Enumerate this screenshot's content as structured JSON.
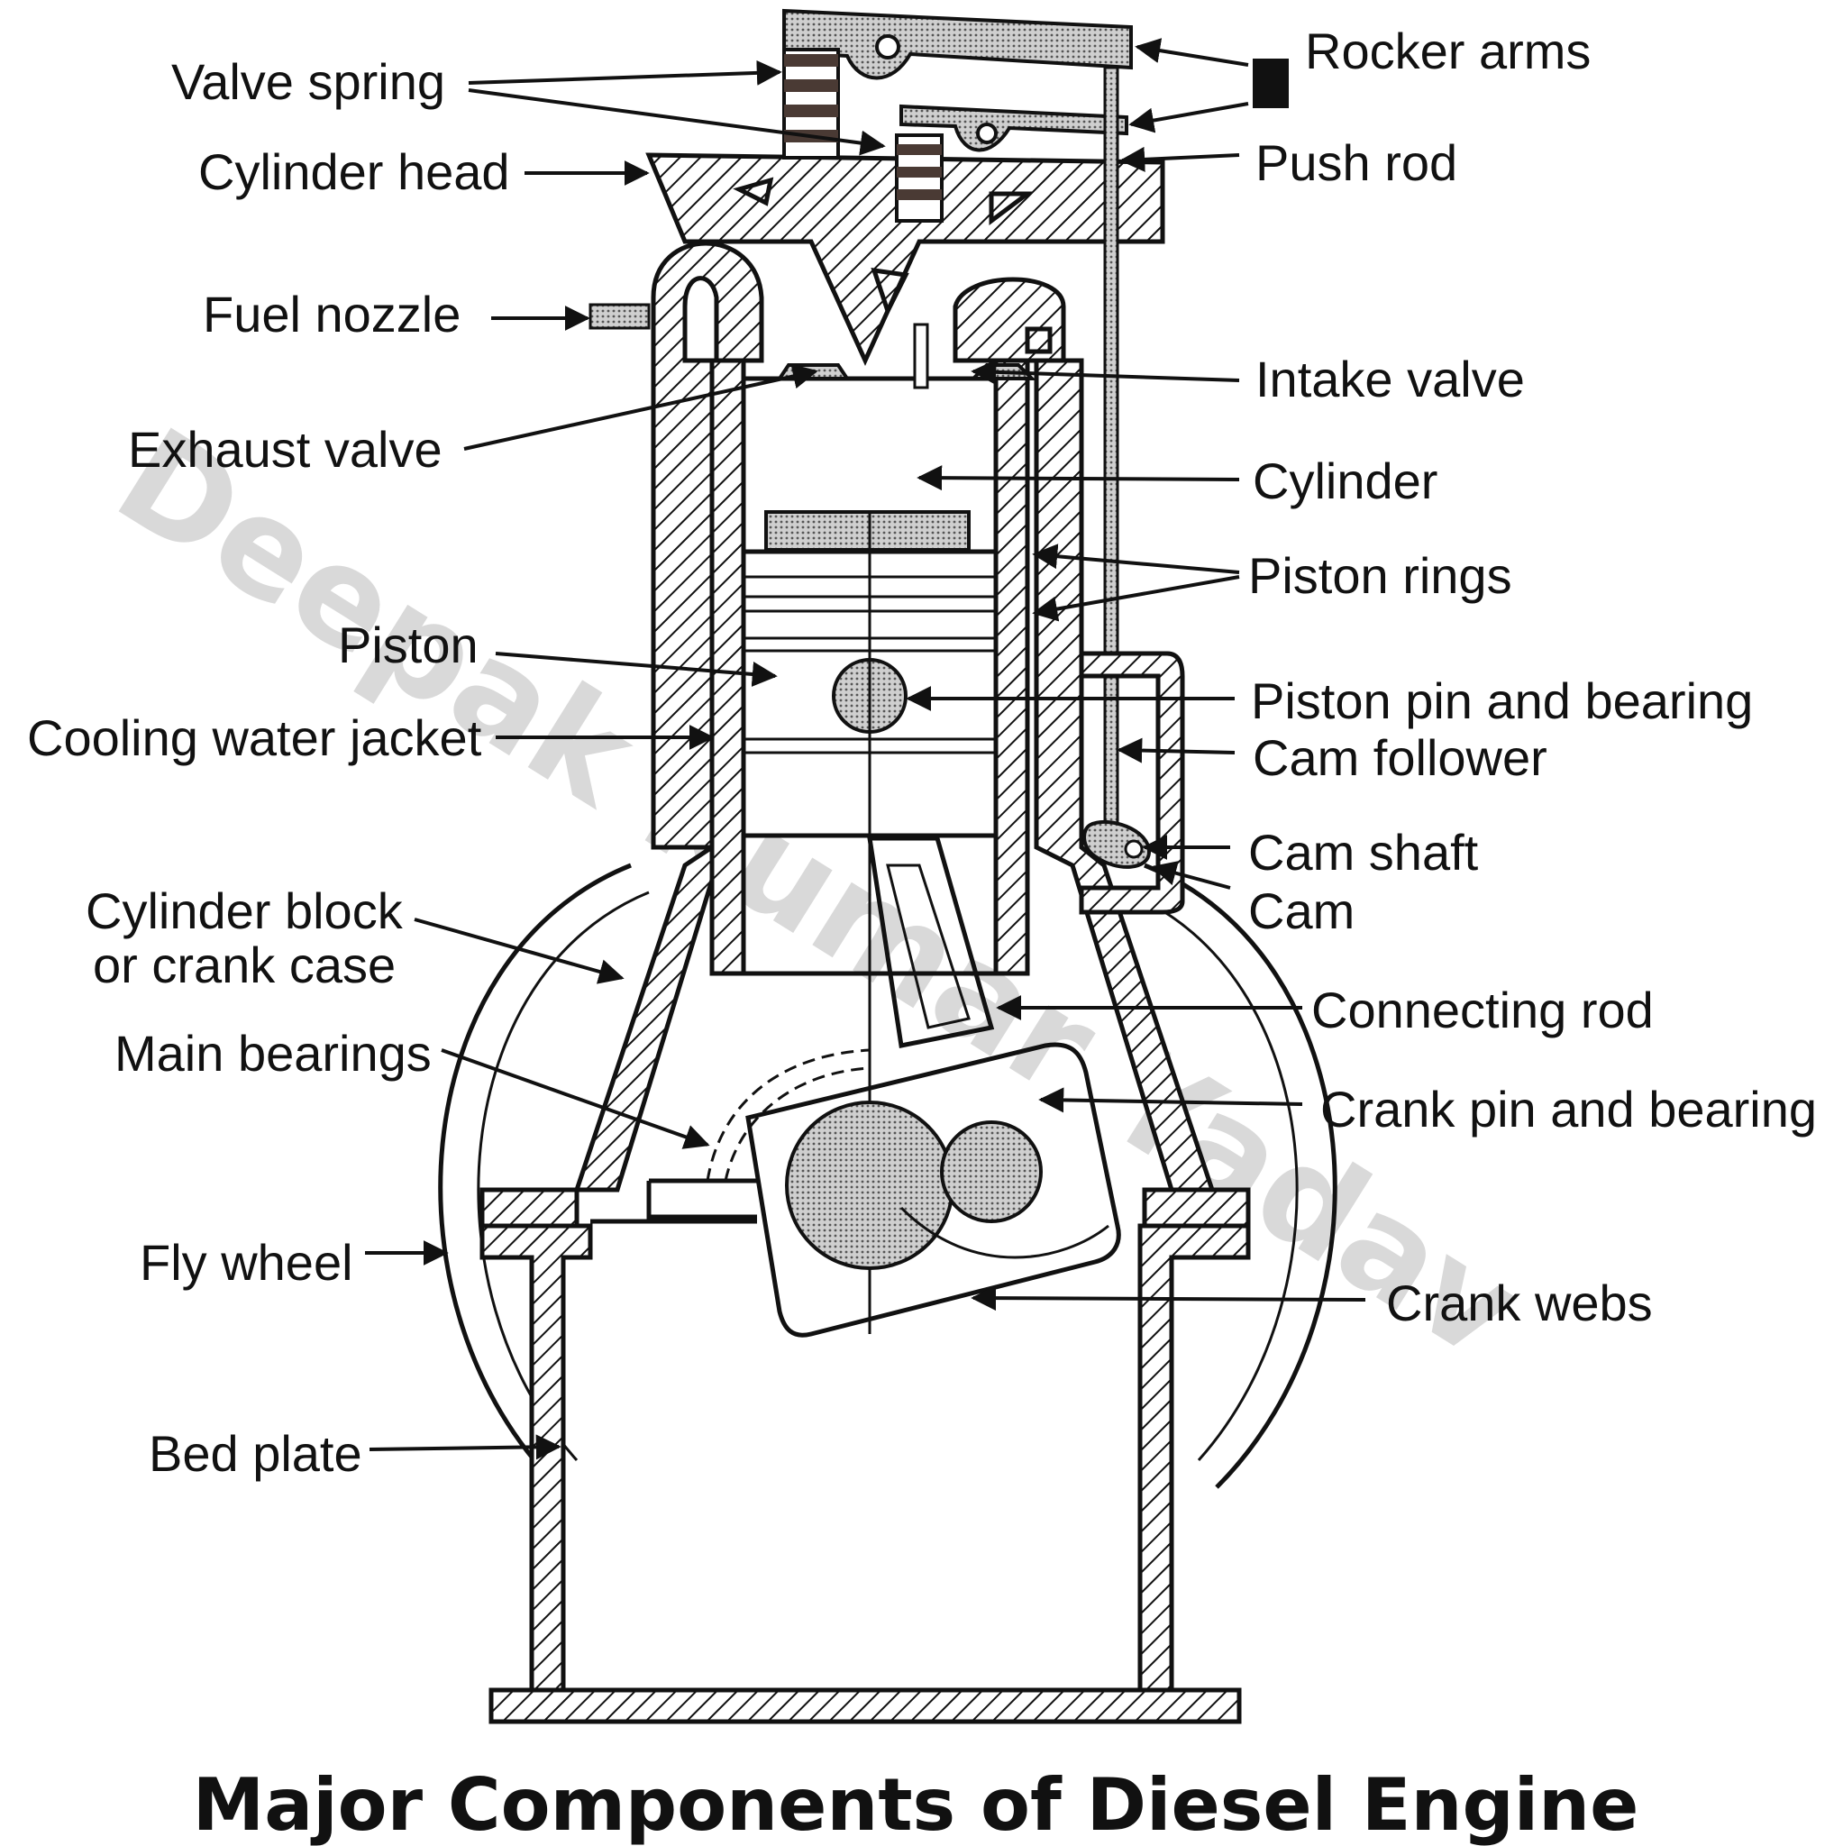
{
  "title": "Major Components of Diesel Engine",
  "watermark": "Deepak Kumar Yadav",
  "labels": {
    "rocker_arms": "Rocker arms",
    "valve_spring": "Valve spring",
    "push_rod": "Push rod",
    "cylinder_head": "Cylinder head",
    "fuel_nozzle": "Fuel nozzle",
    "intake_valve": "Intake valve",
    "exhaust_valve": "Exhaust valve",
    "cylinder": "Cylinder",
    "piston_rings": "Piston rings",
    "piston": "Piston",
    "piston_pin_and_bearing": "Piston pin and bearing",
    "cooling_water_jacket": "Cooling water jacket",
    "cam_follower": "Cam follower",
    "cam_shaft": "Cam shaft",
    "cam": "Cam",
    "cylinder_block_line1": "Cylinder block",
    "cylinder_block_line2": "or crank case",
    "connecting_rod": "Connecting rod",
    "main_bearings": "Main bearings",
    "crank_pin_and_bearing": "Crank pin and bearing",
    "fly_wheel": "Fly wheel",
    "crank_webs": "Crank webs",
    "bed_plate": "Bed plate"
  }
}
